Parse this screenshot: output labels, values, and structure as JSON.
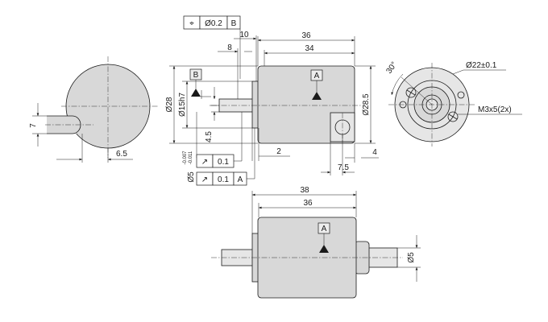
{
  "dimensions": {
    "d36_top": "36",
    "d34": "34",
    "d10": "10",
    "d8": "8",
    "d28": "Ø28",
    "d15h7": "Ø15h7",
    "d4_5": "4.5",
    "d5": "Ø5",
    "d5_tol_upper": "-0.007",
    "d5_tol_lower": "-0.011",
    "d2": "2",
    "d28_5": "Ø28.5",
    "d4": "4",
    "d7_5": "7.5",
    "d7": "7",
    "d6_5": "6.5",
    "angle": "30°",
    "bolt_circle": "Ø22±0.1",
    "thread": "M3x5(2x)",
    "d38": "38",
    "d36_bottom": "36",
    "d5_bottom": "Ø5"
  },
  "tolerance_frames": {
    "position": {
      "symbol": "⌖",
      "value": "Ø0.2",
      "datum": "B"
    },
    "runout_1": {
      "symbol": "↗",
      "value": "0.1"
    },
    "runout_2": {
      "symbol": "↗",
      "value": "0.1",
      "datum": "A"
    }
  },
  "datums": {
    "a_top": "A",
    "a_bottom": "A",
    "b": "B"
  },
  "colors": {
    "body_fill": "#d8d8d8",
    "line": "#1a1a1a"
  }
}
